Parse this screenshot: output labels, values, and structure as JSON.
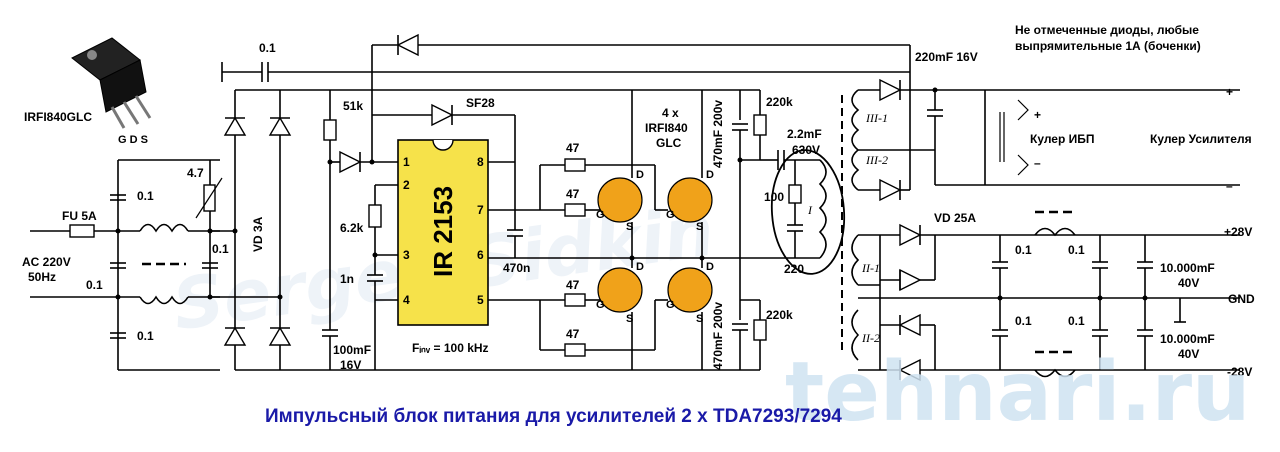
{
  "title": "Импульсный блок питания для усилителей 2 x TDA7293/7294",
  "watermark": "tehnari.ru",
  "watermark_faint": "Sergey Sidkin",
  "note_line1": "Не отмеченные диоды, любые",
  "note_line2": "выпрямительные 1А (боченки)",
  "transistor": {
    "name": "IRFI840GLC",
    "pins": "G D S"
  },
  "input": {
    "fuse": "FU 5A",
    "ac_line1": "AC 220V",
    "ac_line2": "50Hz"
  },
  "values": {
    "cap_top": "0.1",
    "cap_in_1": "0.1",
    "cap_in_2": "0.1",
    "cap_in_3": "0.1",
    "cap_mid": "0.1",
    "thermistor": "4.7",
    "bridge": "VD 3A",
    "r_51k": "51k",
    "sf28": "SF28",
    "r_62k": "6.2k",
    "c_1n": "1n",
    "c_100mf_1": "100mF",
    "c_100mf_2": "16V",
    "fosc": "Fᵢₙᵥ = 100 kHz",
    "r_47_1": "47",
    "r_47_2": "47",
    "r_47_3": "47",
    "r_47_4": "47",
    "c_470n": "470n",
    "fets_1": "4 x",
    "fets_2": "IRFI840",
    "fets_3": "GLC",
    "c_470mf_top": "470mF 200v",
    "c_470mf_bot": "470mF 200v",
    "r_220k_top": "220k",
    "r_220k_bot": "220k",
    "c_2_2mf": "2.2mF",
    "c_630v": "630V",
    "r_100": "100",
    "r_220": "220",
    "c_out": "220mF 16V",
    "vd25": "VD 25A",
    "cap_o1": "0.1",
    "cap_o2": "0.1",
    "cap_o3": "0.1",
    "cap_o4": "0.1",
    "c_10000_1a": "10.000mF",
    "c_10000_1b": "40V",
    "c_10000_2a": "10.000mF",
    "c_10000_2b": "40V"
  },
  "ic": {
    "name": "IR 2153",
    "pin1": "1",
    "pin2": "2",
    "pin3": "3",
    "pin4": "4",
    "pin5": "5",
    "pin6": "6",
    "pin7": "7",
    "pin8": "8"
  },
  "windings": {
    "primary": "I",
    "sec3a": "III-1",
    "sec3b": "III-2",
    "sec2a": "II-1",
    "sec2b": "II-2"
  },
  "outputs": {
    "plus": "+",
    "minus": "–",
    "cooler_ups": "Кулер ИБП",
    "cooler_amp": "Кулер Усилителя",
    "v_pos28": "+28V",
    "gnd": "GND",
    "v_neg28": "-28V"
  }
}
